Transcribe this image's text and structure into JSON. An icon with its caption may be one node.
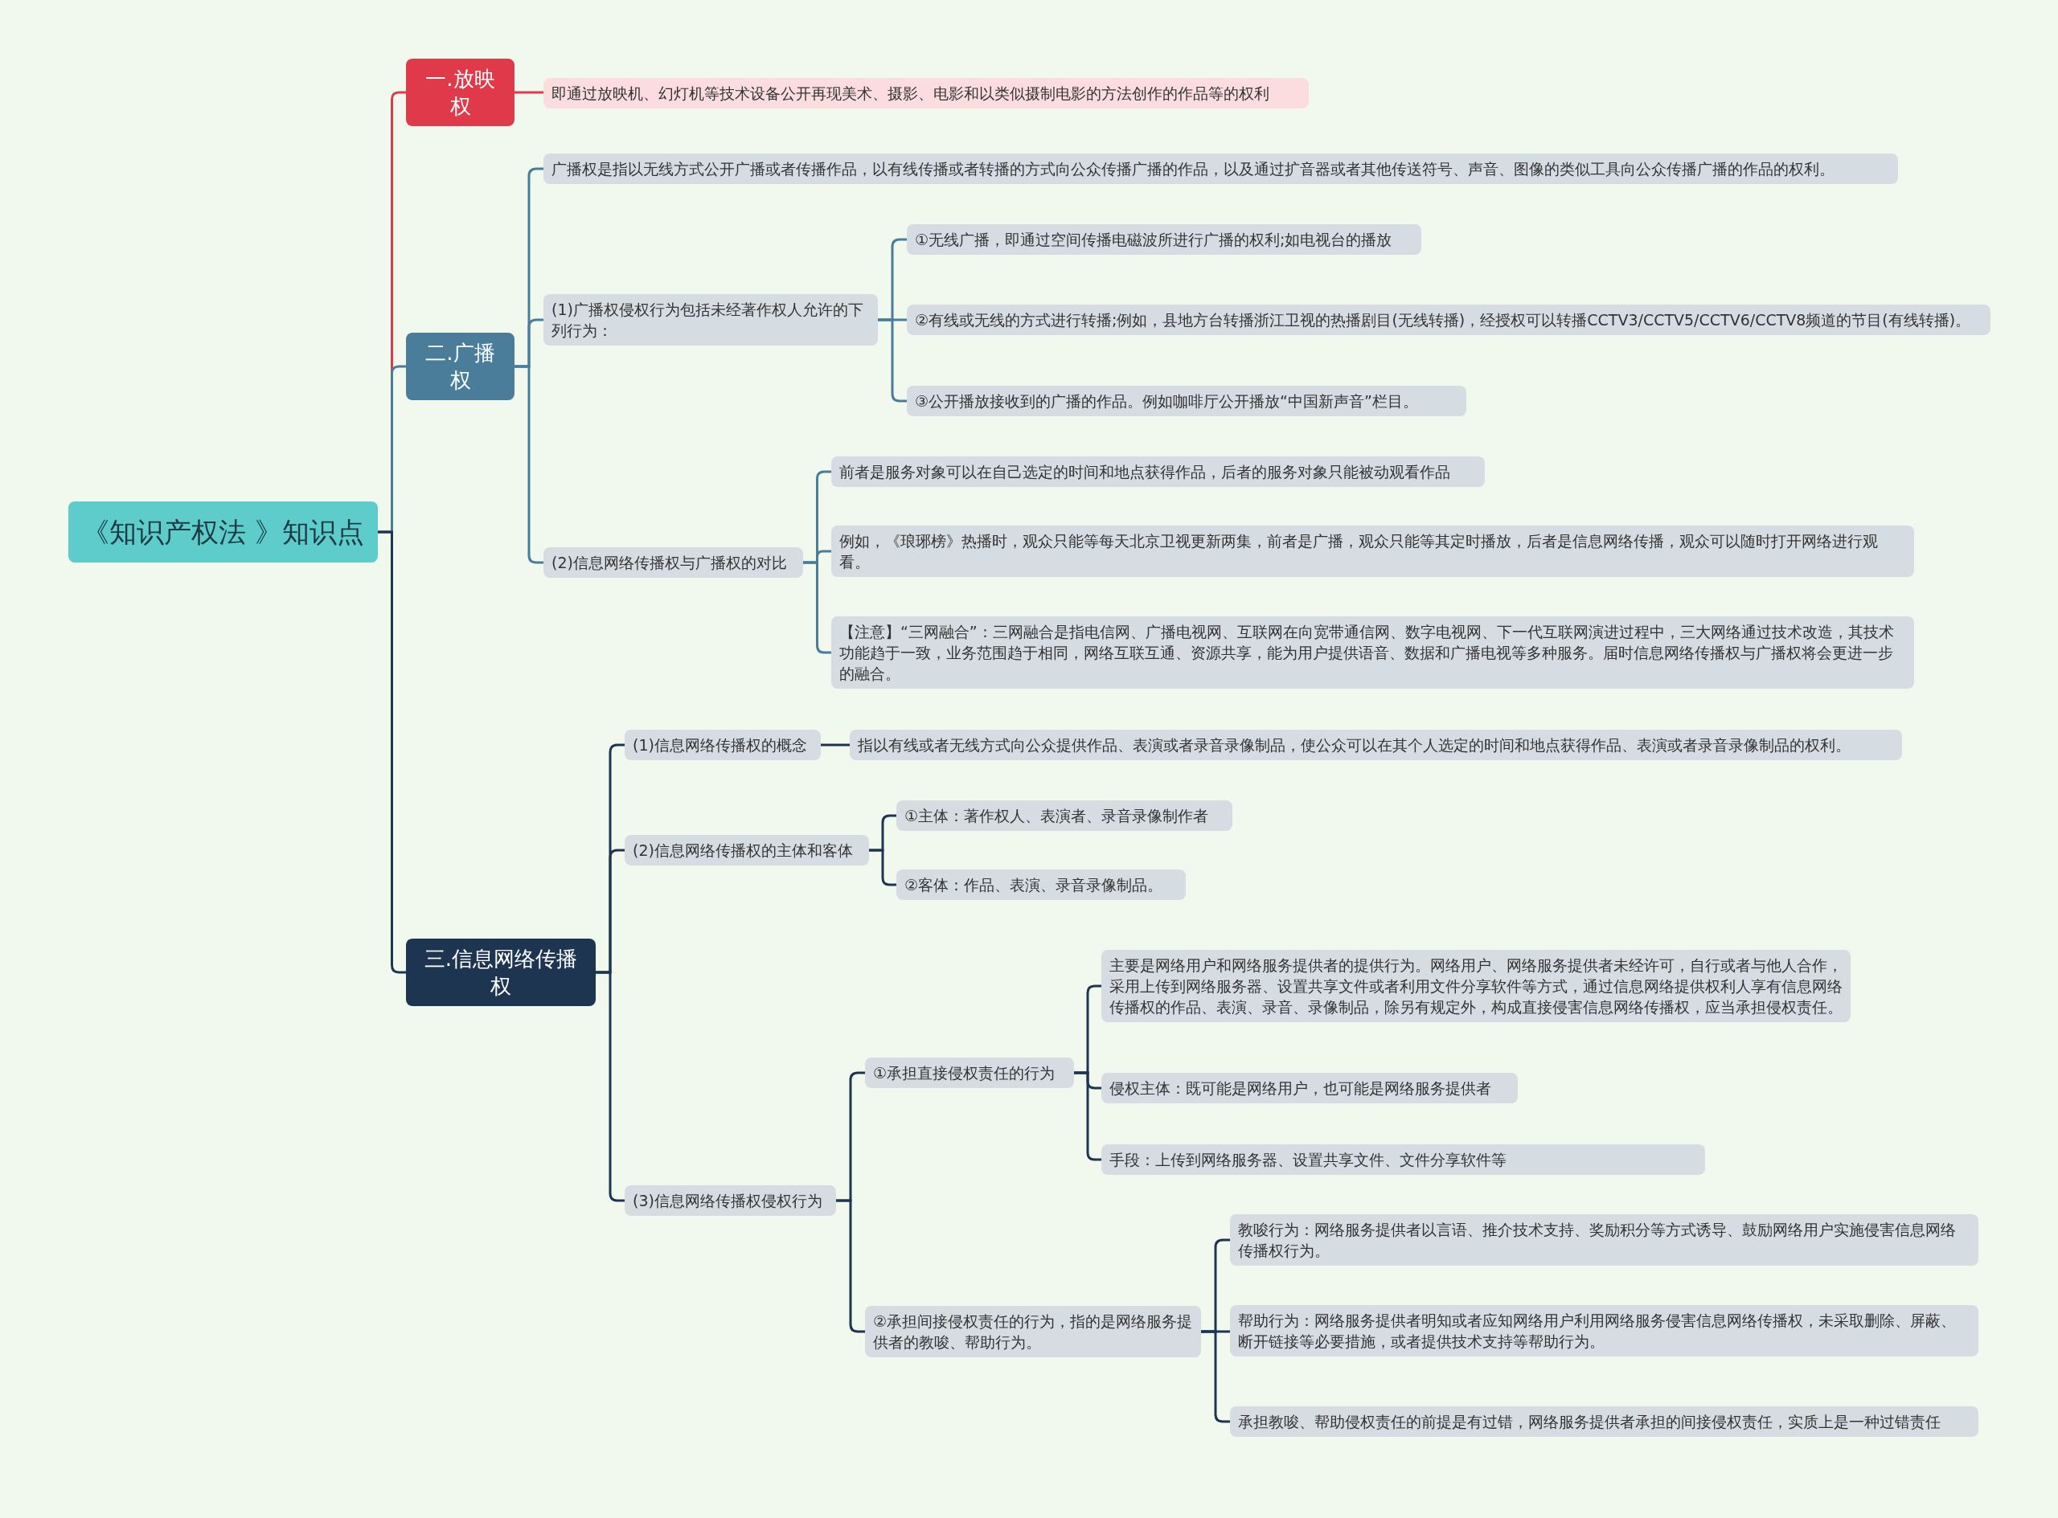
{
  "diagram": {
    "nodes": [
      {
        "text": [
          "《知识产权法 》知识点"
        ]
      },
      {
        "text": [
          "一.放映权"
        ]
      },
      {
        "text": [
          "即通过放映机、幻灯机等技术设备公开再现美术、摄影、电影和以类似摄制电影的方法创作的作品等的权利"
        ]
      },
      {
        "text": [
          "二.广播权"
        ]
      },
      {
        "text": [
          "广播权是指以无线方式公开广播或者传播作品，以有线传播或者转播的方式向公众传播广播的作品，以及通过扩音器或者其他传送符号、声音、图像的类似工具向公众传播广播的作品的权利。"
        ]
      },
      {
        "text": [
          "(1)广播权侵权行为包括未经著作权人允许的下列行为："
        ]
      },
      {
        "text": [
          "①无线广播，即通过空间传播电磁波所进行广播的权利;如电视台的播放"
        ]
      },
      {
        "text": [
          "②有线或无线的方式进行转播;例如，县地方台转播浙江卫视的热播剧目(无线转播)，经授权可以转播CCTV3/CCTV5/CCTV6/CCTV8频道的节目(有线转播)。"
        ]
      },
      {
        "text": [
          "③公开播放接收到的广播的作品。例如咖啡厅公开播放“中国新声音”栏目。"
        ]
      },
      {
        "text": [
          "(2)信息网络传播权与广播权的对比"
        ]
      },
      {
        "text": [
          "前者是服务对象可以在自己选定的时间和地点获得作品，后者的服务对象只能被动观看作品"
        ]
      },
      {
        "text": [
          "例如，《琅琊榜》热播时，观众只能等每天北京卫视更新两集，前者是广播，观众只能等其定时播放，后者是信息网络传播，观众可以随时打开网络进行观看。"
        ]
      },
      {
        "text": [
          "【注意】“三网融合”：三网融合是指电信网、广播电视网、互联网在向宽带通信网、数字电视网、下一代互联网演进过程中，三大网络通过技术改造，其技术功能趋于一致，业务范围趋于相同，网络互联互通、资源共享，能为用户提供语音、数据和广播电视等多种服务。届时信息网络传播权与广播权将会更进一步的融合。"
        ]
      },
      {
        "text": [
          "三.信息网络传播权"
        ]
      },
      {
        "text": [
          "(1)信息网络传播权的概念"
        ]
      },
      {
        "text": [
          "指以有线或者无线方式向公众提供作品、表演或者录音录像制品，使公众可以在其个人选定的时间和地点获得作品、表演或者录音录像制品的权利。"
        ]
      },
      {
        "text": [
          "(2)信息网络传播权的主体和客体"
        ]
      },
      {
        "text": [
          "①主体：著作权人、表演者、录音录像制作者"
        ]
      },
      {
        "text": [
          "②客体：作品、表演、录音录像制品。"
        ]
      },
      {
        "text": [
          "(3)信息网络传播权侵权行为"
        ]
      },
      {
        "text": [
          "①承担直接侵权责任的行为"
        ]
      },
      {
        "text": [
          "主要是网络用户和网络服务提供者的提供行为。网络用户、网络服务提供者未经许可，自行或者与他人合作，采用上传到网络服务器、设置共享文件或者利用文件分享软件等方式，通过信息网络提供权利人享有信息网络传播权的作品、表演、录音、录像制品，除另有规定外，构成直接侵害信息网络传播权，应当承担侵权责任。"
        ]
      },
      {
        "text": [
          "侵权主体：既可能是网络用户，也可能是网络服务提供者"
        ]
      },
      {
        "text": [
          "手段：上传到网络服务器、设置共享文件、文件分享软件等"
        ]
      },
      {
        "text": [
          "②承担间接侵权责任的行为，指的是网络服务提供者的教唆、帮助行为。"
        ]
      },
      {
        "text": [
          "教唆行为：网络服务提供者以言语、推介技术支持、奖励积分等方式诱导、鼓励网络用户实施侵害信息网络传播权行为。"
        ]
      },
      {
        "text": [
          "帮助行为：网络服务提供者明知或者应知网络用户利用网络服务侵害信息网络传播权，未采取删除、屏蔽、断开链接等必要措施，或者提供技术支持等帮助行为。"
        ]
      },
      {
        "text": [
          "承担教唆、帮助侵权责任的前提是有过错，网络服务提供者承担的间接侵权责任，实质上是一种过错责任"
        ]
      }
    ],
    "edges": [
      {
        "from": 0,
        "to": 1,
        "arrow": "none",
        "color": "#e0394a"
      },
      {
        "from": 1,
        "to": 2,
        "arrow": "none",
        "color": "#e0394a"
      },
      {
        "from": 0,
        "to": 3,
        "arrow": "none",
        "color": "#4a7d9a"
      },
      {
        "from": 3,
        "to": 4,
        "arrow": "none",
        "color": "#4a7d9a"
      },
      {
        "from": 3,
        "to": 5,
        "arrow": "none",
        "color": "#4a7d9a"
      },
      {
        "from": 5,
        "to": 6,
        "arrow": "none",
        "color": "#4a7d9a"
      },
      {
        "from": 5,
        "to": 7,
        "arrow": "none",
        "color": "#4a7d9a"
      },
      {
        "from": 5,
        "to": 8,
        "arrow": "none",
        "color": "#4a7d9a"
      },
      {
        "from": 3,
        "to": 9,
        "arrow": "none",
        "color": "#4a7d9a"
      },
      {
        "from": 9,
        "to": 10,
        "arrow": "none",
        "color": "#4a7d9a"
      },
      {
        "from": 9,
        "to": 11,
        "arrow": "none",
        "color": "#4a7d9a"
      },
      {
        "from": 9,
        "to": 12,
        "arrow": "none",
        "color": "#4a7d9a"
      },
      {
        "from": 0,
        "to": 13,
        "arrow": "none"
      },
      {
        "from": 13,
        "to": 14,
        "arrow": "none"
      },
      {
        "from": 14,
        "to": 15,
        "arrow": "none"
      },
      {
        "from": 13,
        "to": 16,
        "arrow": "none"
      },
      {
        "from": 16,
        "to": 17,
        "arrow": "none"
      },
      {
        "from": 16,
        "to": 18,
        "arrow": "none"
      },
      {
        "from": 13,
        "to": 19,
        "arrow": "none"
      },
      {
        "from": 19,
        "to": 20,
        "arrow": "none"
      },
      {
        "from": 20,
        "to": 21,
        "arrow": "none"
      },
      {
        "from": 20,
        "to": 22,
        "arrow": "none"
      },
      {
        "from": 20,
        "to": 23,
        "arrow": "none"
      },
      {
        "from": 19,
        "to": 24,
        "arrow": "none"
      },
      {
        "from": 24,
        "to": 25,
        "arrow": "none"
      },
      {
        "from": 24,
        "to": 26,
        "arrow": "none"
      },
      {
        "from": 24,
        "to": 27,
        "arrow": "none"
      }
    ]
  }
}
